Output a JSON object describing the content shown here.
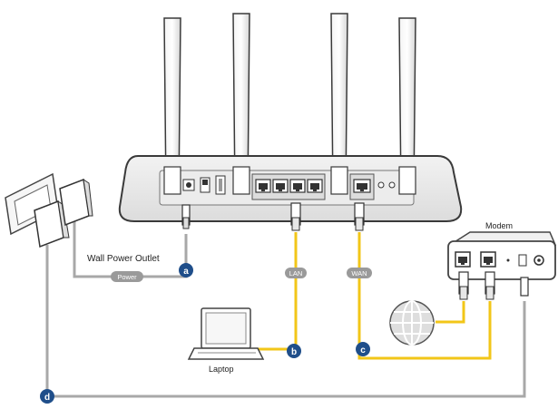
{
  "labels": {
    "wall_outlet": "Wall Power Outlet",
    "modem": "Modem",
    "laptop": "Laptop"
  },
  "cables": {
    "power": "Power",
    "lan": "LAN",
    "wan": "WAN"
  },
  "badges": {
    "a": "a",
    "b": "b",
    "c": "c",
    "d": "d"
  },
  "colors": {
    "ethernet_cable": "#f2c618",
    "power_cable": "#a8a8a8",
    "badge": "#1f4e8a",
    "device_outline": "#3a3a3a"
  }
}
